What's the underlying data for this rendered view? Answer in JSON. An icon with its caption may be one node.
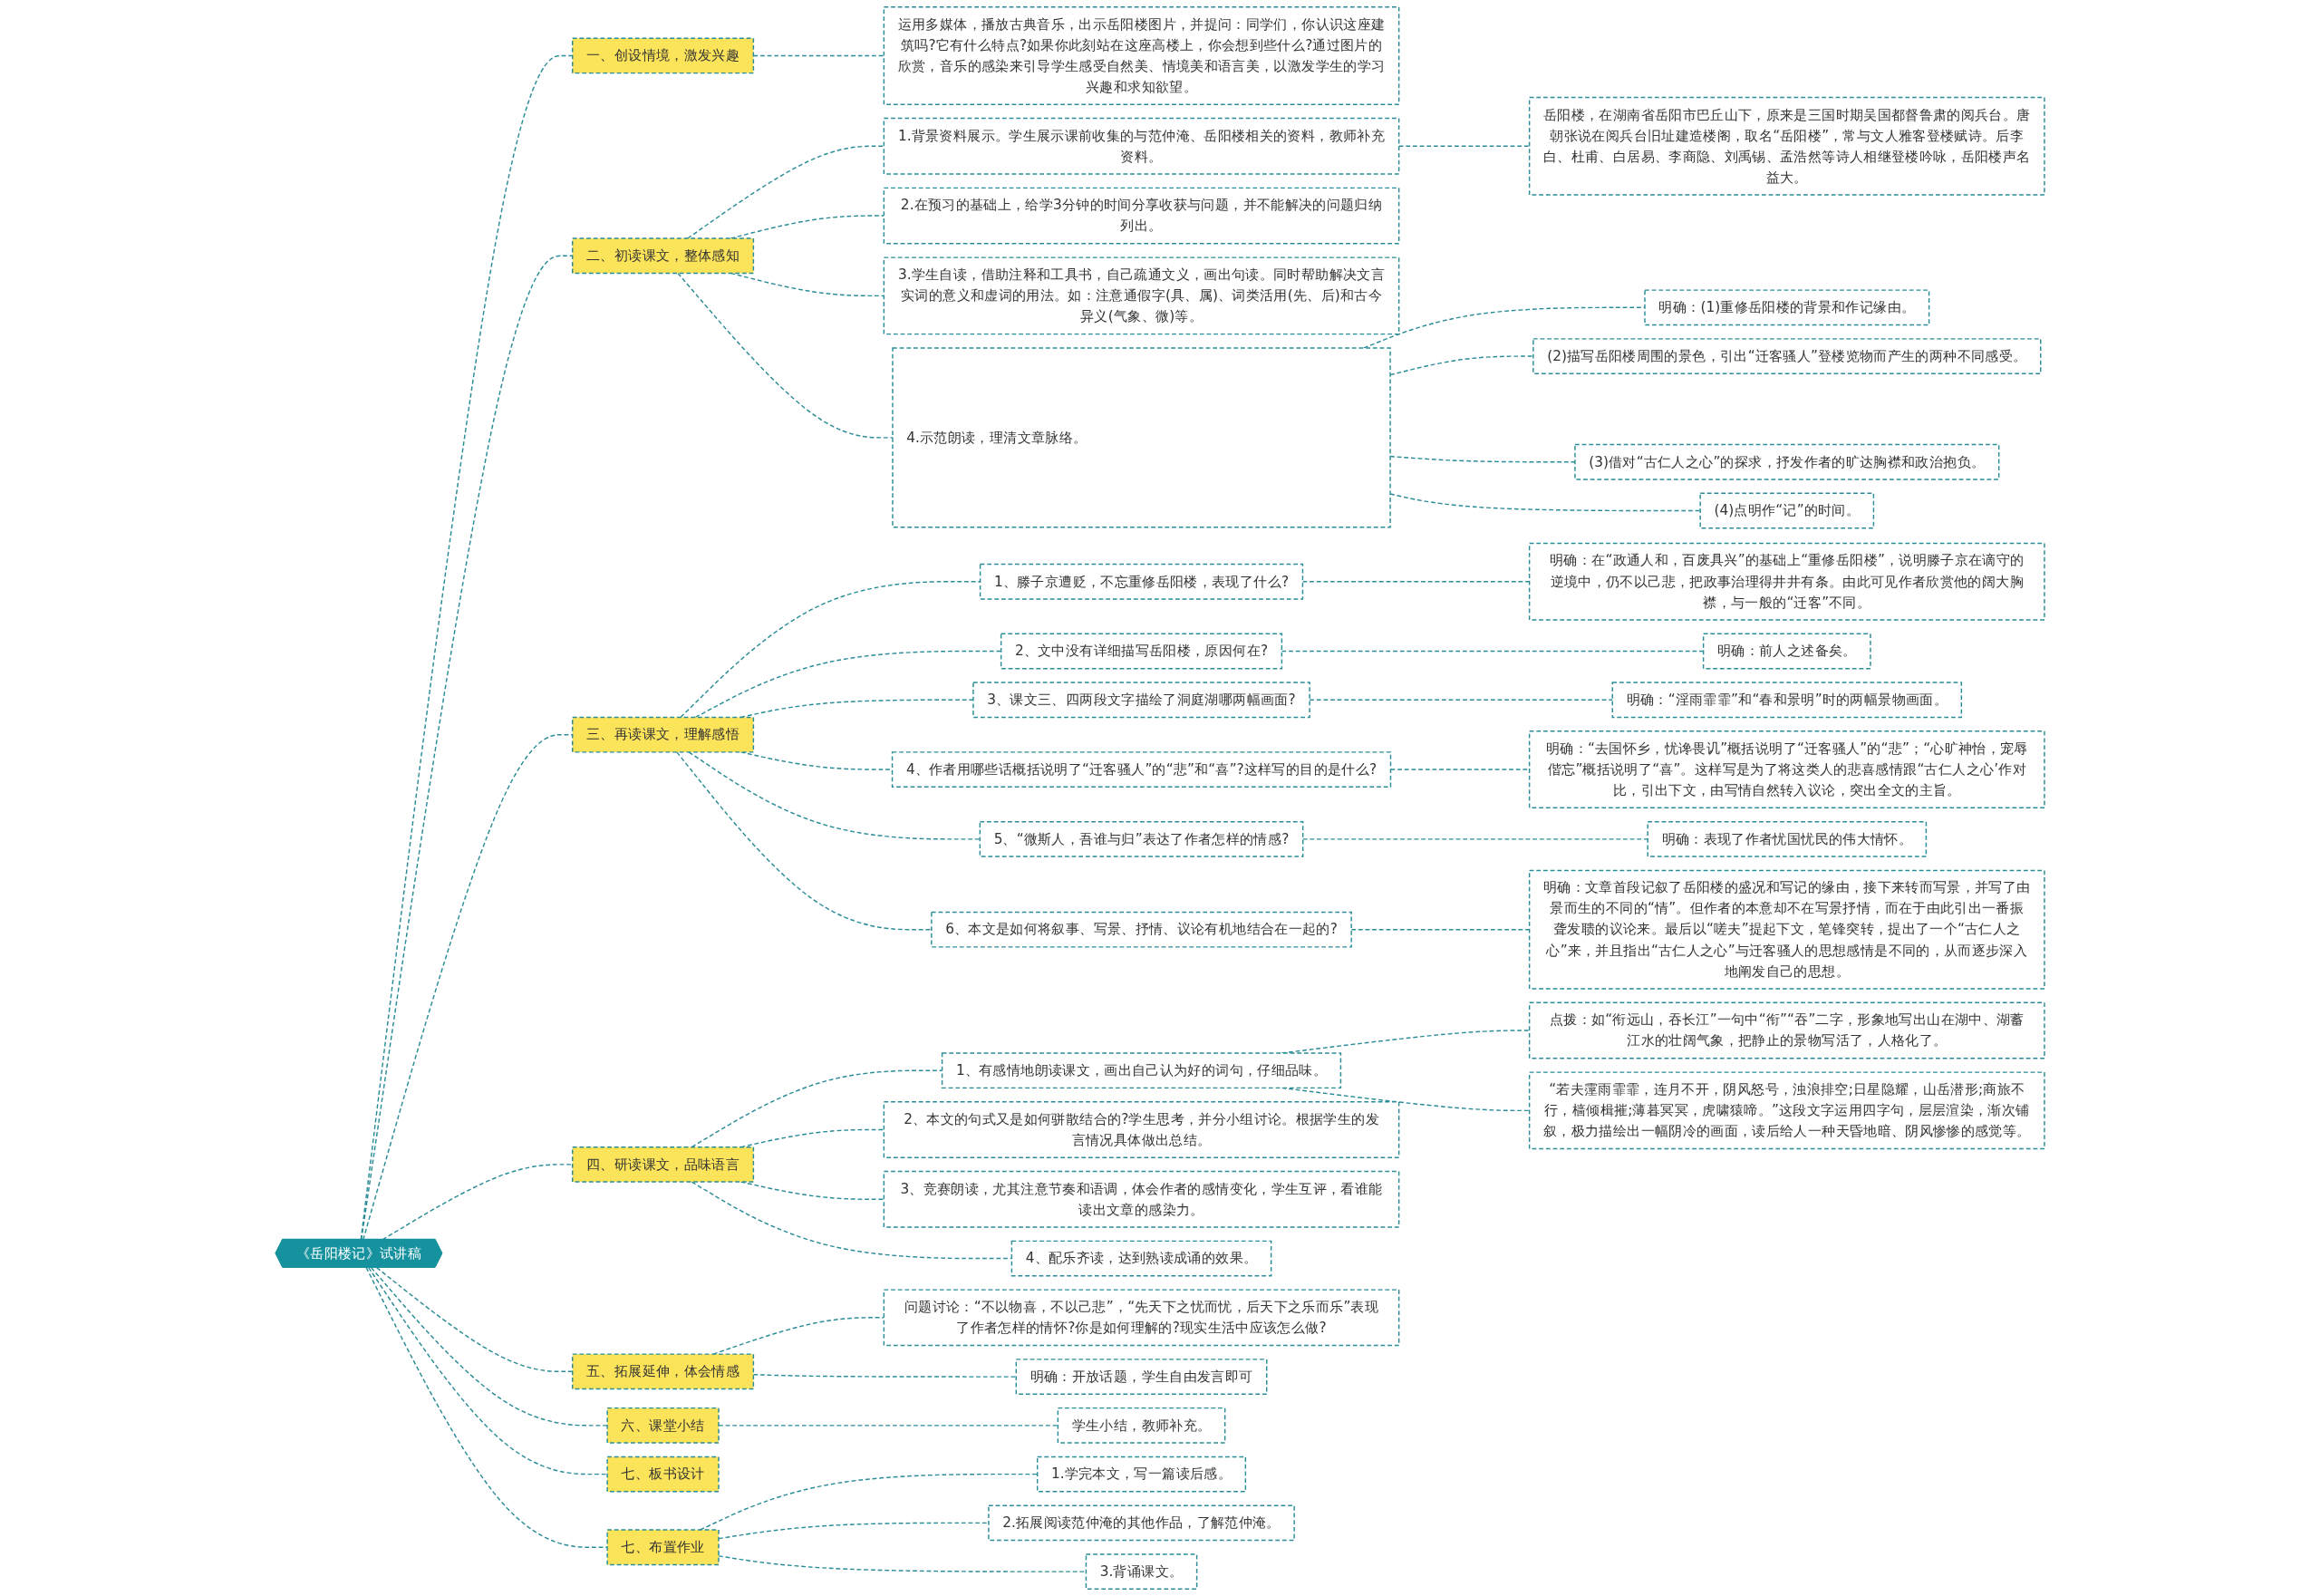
{
  "diagram": {
    "nodes": [
      {
        "text": [
          "《岳阳楼记》试讲稿"
        ]
      },
      {
        "text": [
          "一、创设情境，激发兴趣"
        ]
      },
      {
        "text": [
          "运用多媒体，播放古典音乐，出示岳阳楼图片，并提问：同学们，你认识这座建筑吗?它有什么特点?如果你此刻站在这座高楼上，你会想到些什么?通过图片的欣赏，音乐的感染来引导学生感受自然美、情境美和语言美，以激发学生的学习兴趣和求知欲望。"
        ]
      },
      {
        "text": [
          "二、初读课文，整体感知"
        ]
      },
      {
        "text": [
          "1.背景资料展示。学生展示课前收集的与范仲淹、岳阳楼相关的资料，教师补充资料。"
        ]
      },
      {
        "text": [
          "岳阳楼，在湖南省岳阳市巴丘山下，原来是三国时期吴国都督鲁肃的阅兵台。唐朝张说在阅兵台旧址建造楼阁，取名“岳阳楼”，常与文人雅客登楼赋诗。后李白、杜甫、白居易、李商隐、刘禹锡、孟浩然等诗人相继登楼吟咏，岳阳楼声名益大。"
        ]
      },
      {
        "text": [
          "2.在预习的基础上，给学3分钟的时间分享收获与问题，并不能解决的问题归纳列出。"
        ]
      },
      {
        "text": [
          "3.学生自读，借助注释和工具书，自己疏通文义，画出句读。同时帮助解决文言实词的意义和虚词的用法。如：注意通假字(具、属)、词类活用(先、后)和古今异义(气象、微)等。"
        ]
      },
      {
        "text": [
          "4.示范朗读，理清文章脉络。"
        ]
      },
      {
        "text": [
          "明确：(1)重修岳阳楼的背景和作记缘由。"
        ]
      },
      {
        "text": [
          "(2)描写岳阳楼周围的景色，引出“迁客骚人”登楼览物而产生的两种不同感受。"
        ]
      },
      {
        "text": [
          "(3)借对“古仁人之心”的探求，抒发作者的旷达胸襟和政治抱负。"
        ]
      },
      {
        "text": [
          "(4)点明作“记”的时间。"
        ]
      },
      {
        "text": [
          "三、再读课文，理解感悟"
        ]
      },
      {
        "text": [
          "1、滕子京遭贬，不忘重修岳阳楼，表现了什么?"
        ]
      },
      {
        "text": [
          "明确：在“政通人和，百废具兴”的基础上“重修岳阳楼”，说明滕子京在谪守的逆境中，仍不以己悲，把政事治理得井井有条。由此可见作者欣赏他的阔大胸襟，与一般的“迁客”不同。"
        ]
      },
      {
        "text": [
          "2、文中没有详细描写岳阳楼，原因何在?"
        ]
      },
      {
        "text": [
          "明确：前人之述备矣。"
        ]
      },
      {
        "text": [
          "3、课文三、四两段文字描绘了洞庭湖哪两幅画面?"
        ]
      },
      {
        "text": [
          "明确：“淫雨霏霏”和“春和景明”时的两幅景物画面。"
        ]
      },
      {
        "text": [
          "4、作者用哪些话概括说明了“迁客骚人”的“悲”和“喜”?这样写的目的是什么?"
        ]
      },
      {
        "text": [
          "明确：“去国怀乡，忧谗畏讥”概括说明了“迁客骚人”的“悲”；“心旷神怡，宠辱偕忘”概括说明了“喜”。这样写是为了将这类人的悲喜感情跟“古仁人之心’作对比，引出下文，由写情自然转入议论，突出全文的主旨。"
        ]
      },
      {
        "text": [
          "5、“微斯人，吾谁与归”表达了作者怎样的情感?"
        ]
      },
      {
        "text": [
          "明确：表现了作者忧国忧民的伟大情怀。"
        ]
      },
      {
        "text": [
          "6、本文是如何将叙事、写景、抒情、议论有机地结合在一起的?"
        ]
      },
      {
        "text": [
          "明确：文章首段记叙了岳阳楼的盛况和写记的缘由，接下来转而写景，并写了由景而生的不同的“情”。但作者的本意却不在写景抒情，而在于由此引出一番振聋发聩的议论来。最后以“嗟夫”提起下文，笔锋突转，提出了一个“古仁人之心”来，并且指出“古仁人之心”与迁客骚人的思想感情是不同的，从而逐步深入地阐发自己的思想。"
        ]
      },
      {
        "text": [
          "四、研读课文，品味语言"
        ]
      },
      {
        "text": [
          "1、有感情地朗读课文，画出自己认为好的词句，仔细品味。"
        ]
      },
      {
        "text": [
          "点拨：如“衔远山，吞长江”一句中“衔”“吞”二字，形象地写出山在湖中、湖蓄江水的壮阔气象，把静止的景物写活了，人格化了。"
        ]
      },
      {
        "text": [
          "“若夫霪雨霏霏，连月不开，阴风怒号，浊浪排空;日星隐耀，山岳潜形;商旅不行，樯倾楫摧;薄暮冥冥，虎啸猿啼。”这段文字运用四字句，层层渲染，渐次铺叙，极力描绘出一幅阴冷的画面，读后给人一种天昏地暗、阴风惨惨的感觉等。"
        ]
      },
      {
        "text": [
          "2、本文的句式又是如何骈散结合的?学生思考，并分小组讨论。根据学生的发言情况具体做出总结。"
        ]
      },
      {
        "text": [
          "3、竞赛朗读，尤其注意节奏和语调，体会作者的感情变化，学生互评，看谁能读出文章的感染力。"
        ]
      },
      {
        "text": [
          "4、配乐齐读，达到熟读成诵的效果。"
        ]
      },
      {
        "text": [
          "五、拓展延伸，体会情感"
        ]
      },
      {
        "text": [
          "问题讨论：“不以物喜，不以己悲”，“先天下之忧而忧，后天下之乐而乐”表现了作者怎样的情怀?你是如何理解的?现实生活中应该怎么做?"
        ]
      },
      {
        "text": [
          "明确：开放话题，学生自由发言即可"
        ]
      },
      {
        "text": [
          "六、课堂小结"
        ]
      },
      {
        "text": [
          "学生小结，教师补充。"
        ]
      },
      {
        "text": [
          "七、板书设计"
        ]
      },
      {
        "text": [
          "七、布置作业"
        ]
      },
      {
        "text": [
          "1.学完本文，写一篇读后感。"
        ]
      },
      {
        "text": [
          "2.拓展阅读范仲淹的其他作品，了解范仲淹。"
        ]
      },
      {
        "text": [
          "3.背诵课文。"
        ]
      }
    ],
    "edges": [
      {
        "from": 0,
        "to": 1,
        "arrow": "none",
        "style": "dashed"
      },
      {
        "from": 1,
        "to": 2,
        "arrow": "none",
        "style": "dashed"
      },
      {
        "from": 0,
        "to": 3,
        "arrow": "none",
        "style": "dashed"
      },
      {
        "from": 3,
        "to": 4,
        "arrow": "none",
        "style": "dashed"
      },
      {
        "from": 4,
        "to": 5,
        "arrow": "none",
        "style": "dashed"
      },
      {
        "from": 3,
        "to": 6,
        "arrow": "none",
        "style": "dashed"
      },
      {
        "from": 3,
        "to": 7,
        "arrow": "none",
        "style": "dashed"
      },
      {
        "from": 3,
        "to": 8,
        "arrow": "none",
        "style": "dashed"
      },
      {
        "from": 8,
        "to": 9,
        "arrow": "none",
        "style": "dashed"
      },
      {
        "from": 8,
        "to": 10,
        "arrow": "none",
        "style": "dashed"
      },
      {
        "from": 8,
        "to": 11,
        "arrow": "none",
        "style": "dashed"
      },
      {
        "from": 8,
        "to": 12,
        "arrow": "none",
        "style": "dashed"
      },
      {
        "from": 0,
        "to": 13,
        "arrow": "none",
        "style": "dashed"
      },
      {
        "from": 13,
        "to": 14,
        "arrow": "none",
        "style": "dashed"
      },
      {
        "from": 14,
        "to": 15,
        "arrow": "none",
        "style": "dashed"
      },
      {
        "from": 13,
        "to": 16,
        "arrow": "none",
        "style": "dashed"
      },
      {
        "from": 16,
        "to": 17,
        "arrow": "none",
        "style": "dashed"
      },
      {
        "from": 13,
        "to": 18,
        "arrow": "none",
        "style": "dashed"
      },
      {
        "from": 18,
        "to": 19,
        "arrow": "none",
        "style": "dashed"
      },
      {
        "from": 13,
        "to": 20,
        "arrow": "none",
        "style": "dashed"
      },
      {
        "from": 20,
        "to": 21,
        "arrow": "none",
        "style": "dashed"
      },
      {
        "from": 13,
        "to": 22,
        "arrow": "none",
        "style": "dashed"
      },
      {
        "from": 22,
        "to": 23,
        "arrow": "none",
        "style": "dashed"
      },
      {
        "from": 13,
        "to": 24,
        "arrow": "none",
        "style": "dashed"
      },
      {
        "from": 24,
        "to": 25,
        "arrow": "none",
        "style": "dashed"
      },
      {
        "from": 0,
        "to": 26,
        "arrow": "none",
        "style": "dashed"
      },
      {
        "from": 26,
        "to": 27,
        "arrow": "none",
        "style": "dashed"
      },
      {
        "from": 27,
        "to": 28,
        "arrow": "none",
        "style": "dashed"
      },
      {
        "from": 27,
        "to": 29,
        "arrow": "none",
        "style": "dashed"
      },
      {
        "from": 26,
        "to": 30,
        "arrow": "none",
        "style": "dashed"
      },
      {
        "from": 26,
        "to": 31,
        "arrow": "none",
        "style": "dashed"
      },
      {
        "from": 26,
        "to": 32,
        "arrow": "none",
        "style": "dashed"
      },
      {
        "from": 0,
        "to": 33,
        "arrow": "none",
        "style": "dashed"
      },
      {
        "from": 33,
        "to": 34,
        "arrow": "none",
        "style": "dashed"
      },
      {
        "from": 33,
        "to": 35,
        "arrow": "none",
        "style": "dashed"
      },
      {
        "from": 0,
        "to": 36,
        "arrow": "none",
        "style": "dashed"
      },
      {
        "from": 36,
        "to": 37,
        "arrow": "none",
        "style": "dashed"
      },
      {
        "from": 0,
        "to": 38,
        "arrow": "none",
        "style": "dashed"
      },
      {
        "from": 0,
        "to": 39,
        "arrow": "none",
        "style": "dashed"
      },
      {
        "from": 39,
        "to": 40,
        "arrow": "none",
        "style": "dashed"
      },
      {
        "from": 39,
        "to": 41,
        "arrow": "none",
        "style": "dashed"
      },
      {
        "from": 39,
        "to": 42,
        "arrow": "none",
        "style": "dashed"
      }
    ]
  }
}
